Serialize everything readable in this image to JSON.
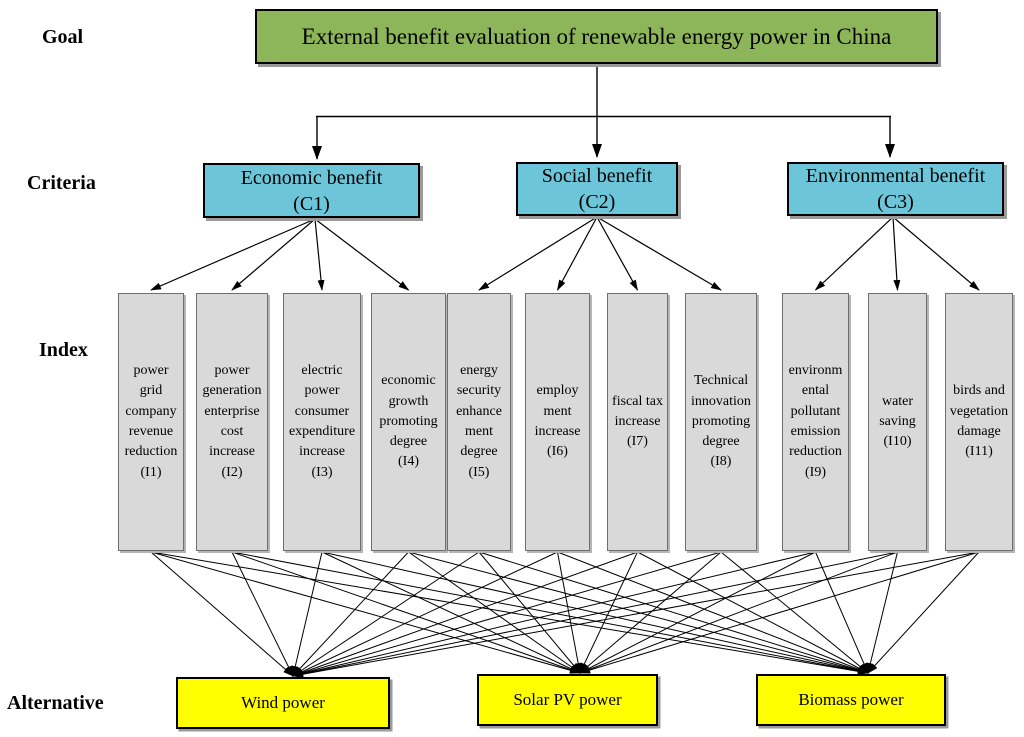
{
  "labels": {
    "goal": "Goal",
    "criteria": "Criteria",
    "index": "Index",
    "alternative": "Alternative"
  },
  "goal": {
    "text": "External benefit evaluation of renewable energy power in China"
  },
  "criteria": {
    "items": [
      {
        "code": "C1",
        "label": "Economic benefit\n(C1)"
      },
      {
        "code": "C2",
        "label": "Social benefit\n(C2)"
      },
      {
        "code": "C3",
        "label": "Environmental benefit\n(C3)"
      }
    ]
  },
  "index": {
    "items": [
      {
        "code": "I1",
        "label": "power\ngrid\ncompany\nrevenue\nreduction\n(I1)"
      },
      {
        "code": "I2",
        "label": "power\ngeneration\nenterprise\ncost\nincrease\n(I2)"
      },
      {
        "code": "I3",
        "label": "electric\npower\nconsumer\nexpenditure\nincrease\n(I3)"
      },
      {
        "code": "I4",
        "label": "economic\ngrowth\npromoting\ndegree\n(I4)"
      },
      {
        "code": "I5",
        "label": "energy\nsecurity\nenhance\nment\ndegree\n(I5)"
      },
      {
        "code": "I6",
        "label": "employ\nment\nincrease\n(I6)"
      },
      {
        "code": "I7",
        "label": "fiscal tax\nincrease\n(I7)"
      },
      {
        "code": "I8",
        "label": "Technical\ninnovation\npromoting\ndegree\n(I8)"
      },
      {
        "code": "I9",
        "label": "environm\nental\npollutant\nemission\nreduction\n(I9)"
      },
      {
        "code": "I10",
        "label": "water\nsaving\n(I10)"
      },
      {
        "code": "I11",
        "label": "birds and\nvegetation\ndamage\n(I11)"
      }
    ]
  },
  "alternatives": {
    "items": [
      {
        "label": "Wind power"
      },
      {
        "label": "Solar PV power"
      },
      {
        "label": "Biomass power"
      }
    ]
  },
  "colors": {
    "goal_fill": "#8DB65B",
    "criteria_fill": "#6CC5D8",
    "index_fill": "#D9D9D9",
    "alternative_fill": "#FFFF00",
    "line": "#000000"
  },
  "structure": {
    "criteria_to_index": {
      "C1": [
        "I1",
        "I2",
        "I3",
        "I4"
      ],
      "C2": [
        "I5",
        "I6",
        "I7",
        "I8"
      ],
      "C3": [
        "I9",
        "I10",
        "I11"
      ]
    },
    "index_to_alternatives": "every index connects to all three alternatives"
  }
}
